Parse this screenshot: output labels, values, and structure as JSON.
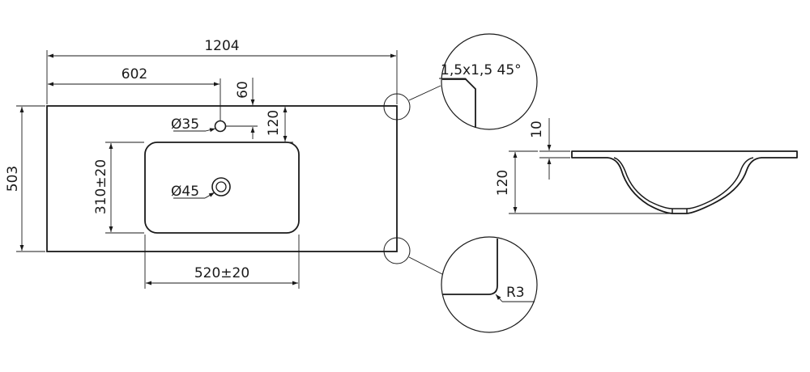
{
  "dimensions": {
    "overall_width": "1204",
    "half_width": "602",
    "hole_offset": "60",
    "bowl_offset": "120",
    "tap_hole": "Ø35",
    "bowl_depth_len": "310±20",
    "drain_hole": "Ø45",
    "overall_depth": "503",
    "bowl_width": "520±20",
    "chamfer": "1,5x1,5 45°",
    "thickness": "10",
    "bowl_height": "120",
    "radius": "R3"
  },
  "colors": {
    "line": "#1a1a1a",
    "background": "#ffffff"
  }
}
